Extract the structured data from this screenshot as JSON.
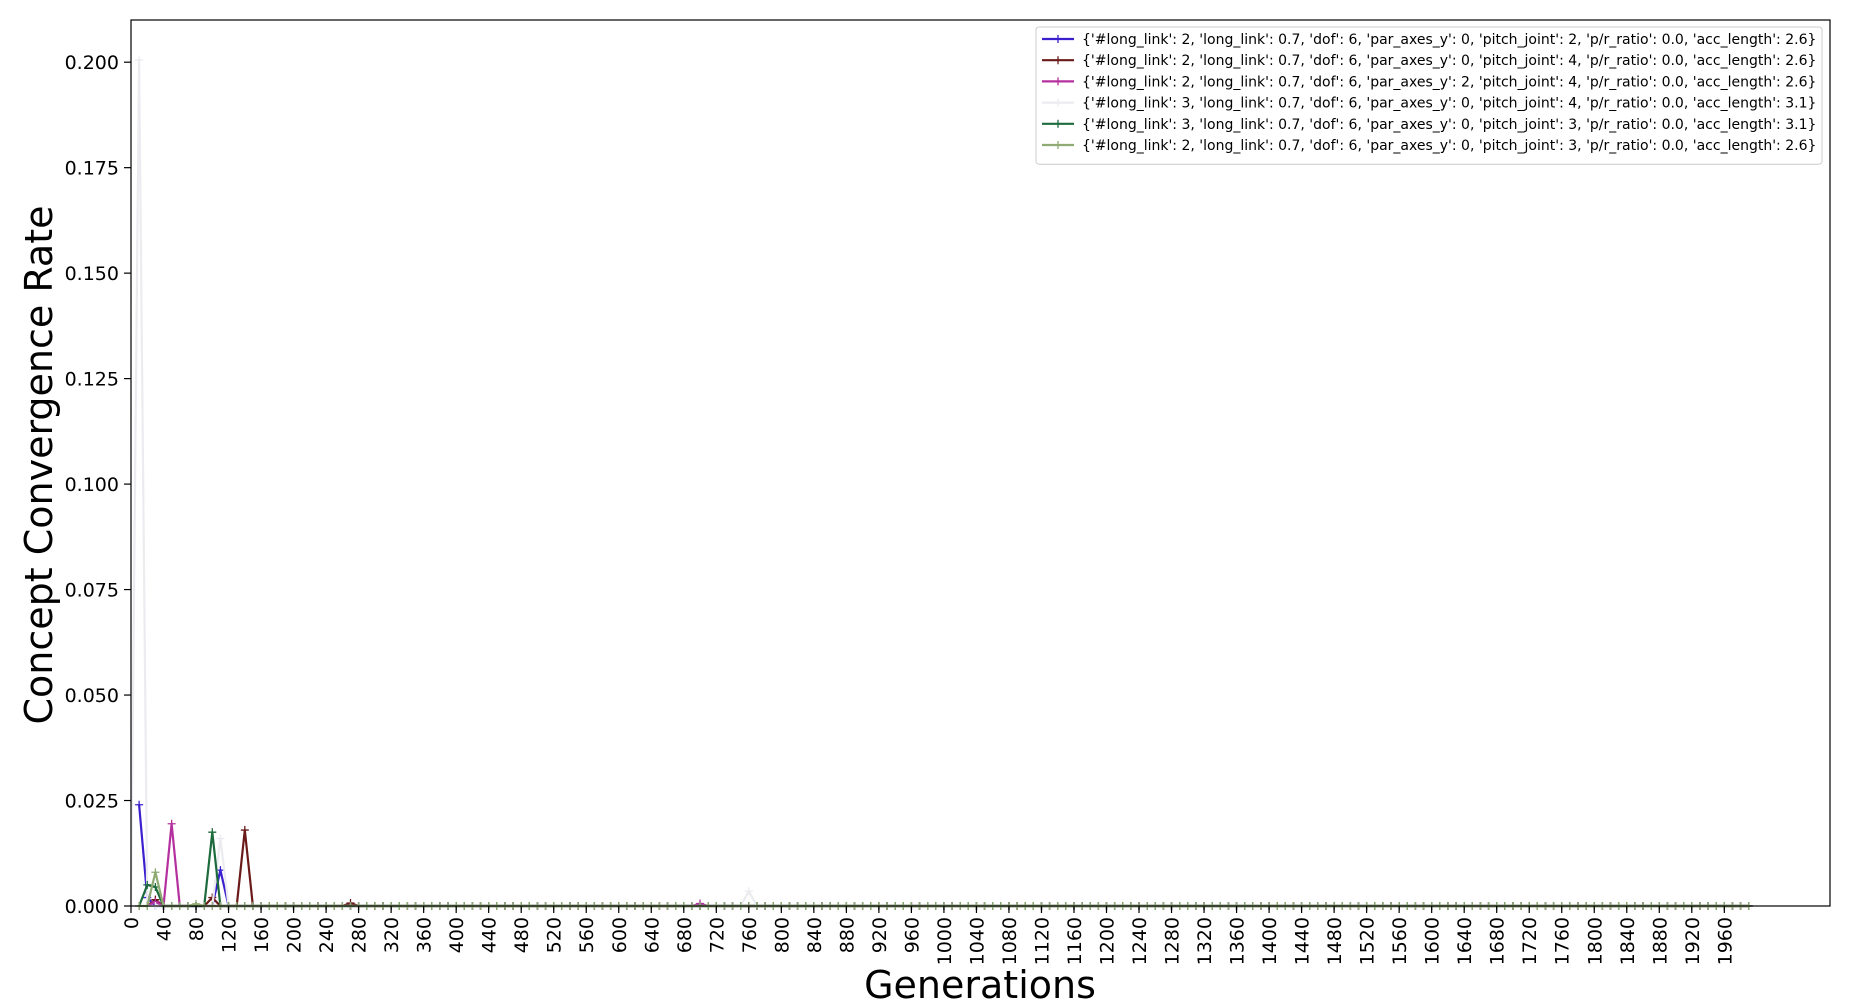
{
  "chart_data": {
    "type": "line",
    "title": "",
    "xlabel": "Generations",
    "ylabel": "Concept Convergence Rate",
    "xlim": [
      0,
      2090
    ],
    "ylim": [
      0,
      0.21
    ],
    "xticks": [
      0,
      40,
      80,
      120,
      160,
      200,
      240,
      280,
      320,
      360,
      400,
      440,
      480,
      520,
      560,
      600,
      640,
      680,
      720,
      760,
      800,
      840,
      880,
      920,
      960,
      1000,
      1040,
      1080,
      1120,
      1160,
      1200,
      1240,
      1280,
      1320,
      1360,
      1400,
      1440,
      1480,
      1520,
      1560,
      1600,
      1640,
      1680,
      1720,
      1760,
      1800,
      1840,
      1880,
      1920,
      1960
    ],
    "yticks": [
      0.0,
      0.025,
      0.05,
      0.075,
      0.1,
      0.125,
      0.15,
      0.175,
      0.2
    ],
    "ytick_labels": [
      "0.000",
      "0.025",
      "0.050",
      "0.075",
      "0.100",
      "0.125",
      "0.150",
      "0.175",
      "0.200"
    ],
    "grid": false,
    "legend_position": "top-right",
    "x_end": 1990,
    "x_step": 10,
    "series": [
      {
        "name": "{'#long_link': 2, 'long_link': 0.7, 'dof': 6, 'par_axes_y': 0, 'pitch_joint': 2, 'p/r_ratio': 0.0, 'acc_length': 2.6}",
        "color": "#3a1fcf",
        "points": [
          [
            10,
            0.024
          ],
          [
            20,
            0.002
          ],
          [
            30,
            0.0
          ],
          [
            100,
            0.0
          ],
          [
            110,
            0.0085
          ],
          [
            120,
            0.0
          ]
        ]
      },
      {
        "name": "{'#long_link': 2, 'long_link': 0.7, 'dof': 6, 'par_axes_y': 0, 'pitch_joint': 4, 'p/r_ratio': 0.0, 'acc_length': 2.6}",
        "color": "#6b1a1a",
        "points": [
          [
            20,
            0.0
          ],
          [
            30,
            0.0015
          ],
          [
            40,
            0.0
          ],
          [
            90,
            0.0
          ],
          [
            100,
            0.002
          ],
          [
            110,
            0.0
          ],
          [
            130,
            0.0
          ],
          [
            140,
            0.018
          ],
          [
            150,
            0.0
          ],
          [
            260,
            0.0
          ],
          [
            270,
            0.0007
          ],
          [
            280,
            0.0
          ]
        ]
      },
      {
        "name": "{'#long_link': 2, 'long_link': 0.7, 'dof': 6, 'par_axes_y': 2, 'pitch_joint': 4, 'p/r_ratio': 0.0, 'acc_length': 2.6}",
        "color": "#b5309f",
        "points": [
          [
            20,
            0.0
          ],
          [
            30,
            0.001
          ],
          [
            40,
            0.0
          ],
          [
            50,
            0.0195
          ],
          [
            60,
            0.0
          ],
          [
            70,
            0.0
          ],
          [
            80,
            0.0
          ],
          [
            690,
            0.0
          ],
          [
            700,
            0.0006
          ],
          [
            710,
            0.0
          ]
        ]
      },
      {
        "name": "{'#long_link': 3, 'long_link': 0.7, 'dof': 6, 'par_axes_y': 0, 'pitch_joint': 4, 'p/r_ratio': 0.0, 'acc_length': 3.1}",
        "color": "#ececf0",
        "points": [
          [
            0,
            0.0
          ],
          [
            10,
            0.2005
          ],
          [
            20,
            0.0
          ],
          [
            100,
            0.0
          ],
          [
            110,
            0.016
          ],
          [
            120,
            0.0
          ],
          [
            750,
            0.0
          ],
          [
            760,
            0.0035
          ],
          [
            770,
            0.0
          ]
        ]
      },
      {
        "name": "{'#long_link': 3, 'long_link': 0.7, 'dof': 6, 'par_axes_y': 0, 'pitch_joint': 3, 'p/r_ratio': 0.0, 'acc_length': 3.1}",
        "color": "#1d6b3d",
        "points": [
          [
            10,
            0.0
          ],
          [
            20,
            0.005
          ],
          [
            30,
            0.0045
          ],
          [
            40,
            0.0
          ],
          [
            90,
            0.0
          ],
          [
            100,
            0.0175
          ],
          [
            110,
            0.0
          ]
        ]
      },
      {
        "name": "{'#long_link': 2, 'long_link': 0.7, 'dof': 6, 'par_axes_y': 0, 'pitch_joint': 3, 'p/r_ratio': 0.0, 'acc_length': 2.6}",
        "color": "#8faa72",
        "points": [
          [
            10,
            0.0
          ],
          [
            20,
            0.0
          ],
          [
            30,
            0.008
          ],
          [
            40,
            0.0
          ],
          [
            70,
            0.0
          ],
          [
            80,
            0.0005
          ],
          [
            90,
            0.0
          ]
        ]
      }
    ]
  }
}
